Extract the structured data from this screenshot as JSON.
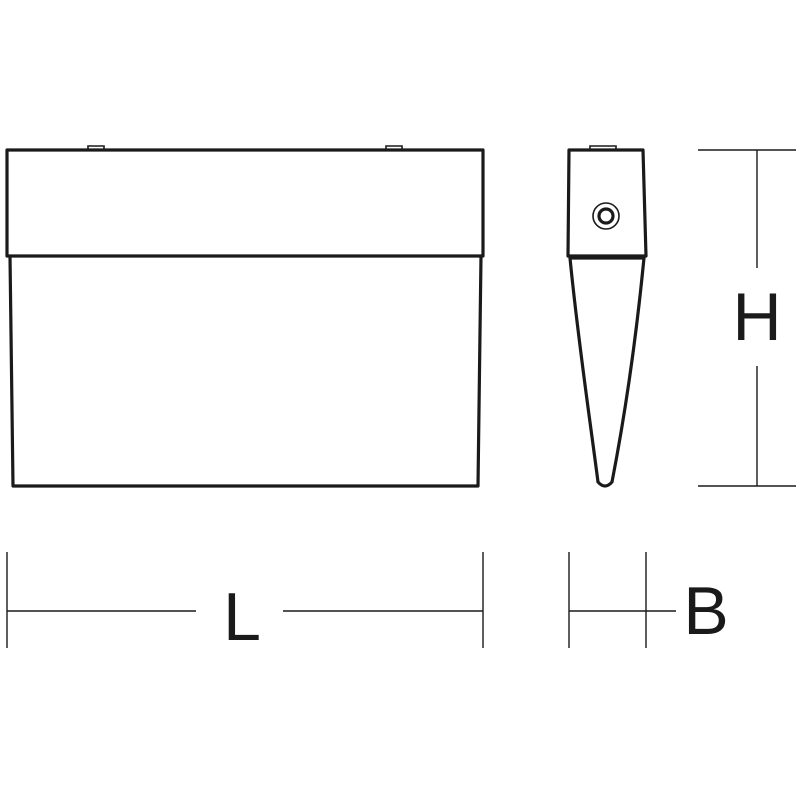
{
  "dimensions": {
    "length_label": "L",
    "height_label": "H",
    "depth_label": "B"
  },
  "colors": {
    "line": "#1a1a1a",
    "background": "#ffffff"
  }
}
